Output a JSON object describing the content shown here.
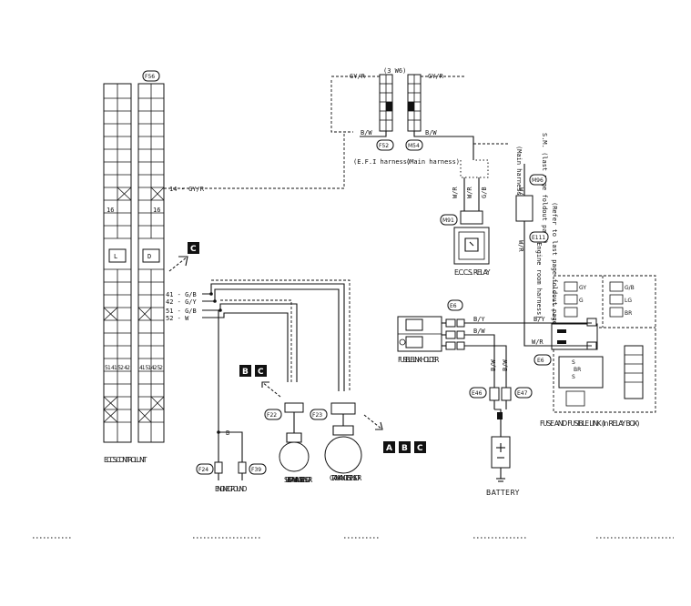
{
  "connectors": {
    "f56": "F56",
    "f52": "F52",
    "m54": "M54",
    "m96": "M96",
    "m91": "M91",
    "e111": "E111",
    "e6a": "E6",
    "e6b": "E6",
    "e46": "E46",
    "e47": "E47",
    "f22": "F22",
    "f23": "F23",
    "f24": "F24",
    "f39": "F39"
  },
  "wires": {
    "gy_r_top": "GY/R",
    "gy_r_top2": "GY/R",
    "gy_r_mid": "14 - GY/R",
    "b_w_left": "B/W",
    "b_w_right": "B/W",
    "wr_a": "W/R",
    "wr_b": "W/R",
    "wr_c": "W/R",
    "gb_a": "G/B",
    "by": "B/Y",
    "by2": "B/Y",
    "bw": "B/W",
    "wr_fuse": "W/R",
    "wr_right": "W/R",
    "w41": "41 - G/B",
    "w42": "42 - G/Y",
    "w51": "51 - G/B",
    "w52": "52 - W",
    "b_ground": "B",
    "br_a": "BR",
    "br_b": "BR",
    "gy": "GY",
    "g": "G",
    "g_b": "G/B",
    "lg": "LG",
    "bw_vert": "B/W",
    "bw_vert2": "B/W"
  },
  "labels": {
    "efi_harness": "(E.F.I harness)",
    "main_harness_mid": "(Main harness)",
    "main_harness_right": "(Main harness)",
    "sm_note": "S.M. (last page foldout page)",
    "refer": "(Refer to last page foldout page)",
    "engine_room": "(Engine room harness)",
    "eccs_relay": "E.C.C.S. RELAY",
    "fusible_link_holder": "FUSIBLE LINK HOLDER",
    "eccs_control_unit": "E.C.C.S. CONTROL UNIT",
    "engine_ground": "ENGINE GROUND",
    "sub_crank": "SUB-CRANK ANGLE SENSOR",
    "crank_angle": "CRANK ANGLE SENSOR",
    "battery": "BATTERY",
    "fuse_box": "FUSE AND FUSIBLE LINK (In RELAY BOX)",
    "conn_ghost": "(3 W6)",
    "pin16a": "16",
    "pin16b": "16",
    "pin_l": "L",
    "pin_d": "D",
    "pins_41_52a": "51 41 52 42",
    "pins_41_52b": "41 51 42 52",
    "fuse_a": "S",
    "fuse_b": "S"
  },
  "callouts": {
    "c_top": "C",
    "b_mid": "B",
    "c_mid": "C",
    "a_bot": "A",
    "b_bot": "B",
    "c_bot": "C"
  }
}
